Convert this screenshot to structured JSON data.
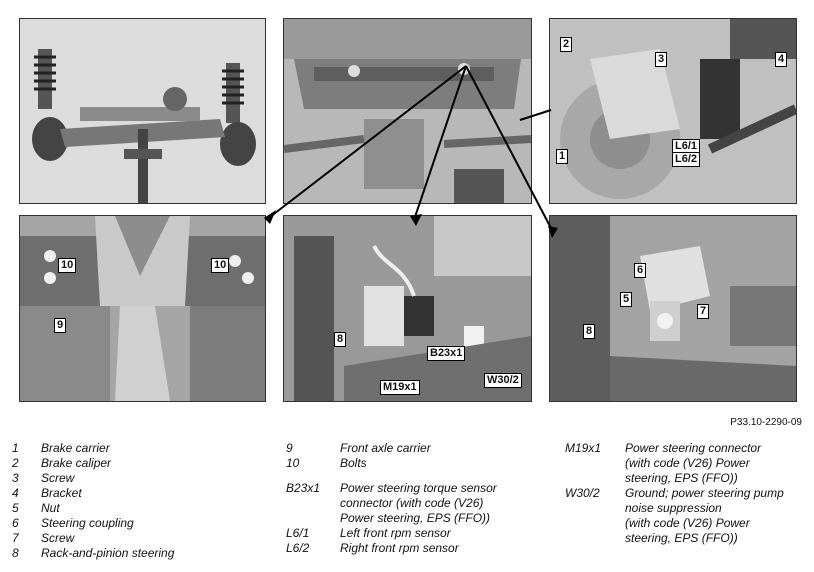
{
  "figure_id": "P33.10-2290-09",
  "callouts": {
    "p3": {
      "c2": "2",
      "c3": "3",
      "c4": "4",
      "c1": "1",
      "cL61": "L6/1",
      "cL62": "L6/2"
    },
    "p4": {
      "c10a": "10",
      "c10b": "10",
      "c9": "9"
    },
    "p5": {
      "c8": "8",
      "cB23": "B23x1",
      "cM19": "M19x1",
      "cW30": "W30/2"
    },
    "p6": {
      "c6": "6",
      "c5": "5",
      "c7": "7",
      "c8": "8"
    }
  },
  "legend": {
    "col1": [
      {
        "key": "1",
        "text": "Brake carrier"
      },
      {
        "key": "2",
        "text": "Brake caliper"
      },
      {
        "key": "3",
        "text": "Screw"
      },
      {
        "key": "4",
        "text": "Bracket"
      },
      {
        "key": "5",
        "text": "Nut"
      },
      {
        "key": "6",
        "text": "Steering coupling"
      },
      {
        "key": "7",
        "text": "Screw"
      },
      {
        "key": "8",
        "text": "Rack-and-pinion steering"
      }
    ],
    "col2": [
      {
        "key": "9",
        "text": "Front axle carrier"
      },
      {
        "key": "10",
        "text": "Bolts"
      },
      {
        "key": "B23x1",
        "lines": [
          "Power steering torque sensor",
          "connector (with code (V26)",
          "Power steering, EPS (FFO))"
        ]
      },
      {
        "key": "L6/1",
        "text": "Left front rpm sensor"
      },
      {
        "key": "L6/2",
        "text": "Right front rpm sensor"
      }
    ],
    "col3": [
      {
        "key": "M19x1",
        "lines": [
          "Power steering connector",
          "(with code (V26) Power",
          "steering, EPS (FFO))"
        ]
      },
      {
        "key": "W30/2",
        "lines": [
          "Ground; power steering pump",
          "noise suppression",
          "(with code (V26) Power",
          "steering, EPS (FFO))"
        ]
      }
    ]
  }
}
